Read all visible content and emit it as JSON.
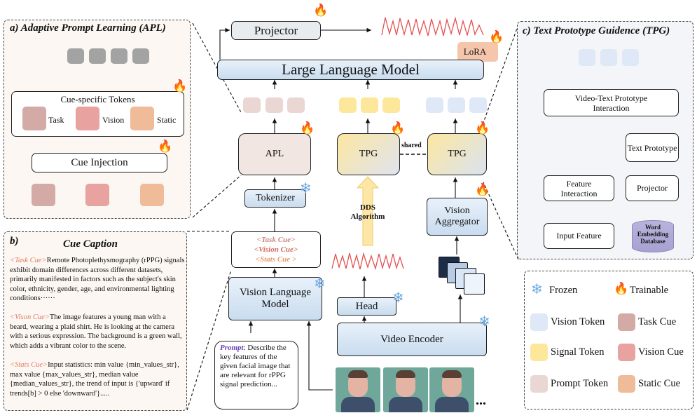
{
  "center": {
    "projector": "Projector",
    "llm": "Large Language Model",
    "lora": "LoRA",
    "apl": "APL",
    "tpg_left": "TPG",
    "tpg_right": "TPG",
    "shared": "shared",
    "tokenizer": "Tokenizer",
    "dds": "DDS Algorithm",
    "vision_aggregator": "Vision Aggregator",
    "cue_task": "<Task Cue>",
    "cue_vision": "<Vision Cue>",
    "cue_stats": "<Stats Cue >",
    "vlm": "Vision Language Model",
    "head": "Head",
    "video_encoder": "Video Encoder",
    "prompt_label": "Prompt",
    "prompt_text": ": Describe the key features of the given facial image that are relevant for rPPG signal prediction...",
    "ellipsis": "..."
  },
  "panel_a": {
    "title": "a)  Adaptive Prompt Learning (APL)",
    "cue_specific": "Cue-specific Tokens",
    "task": "Task",
    "vision": "Vision",
    "static": "Static",
    "cue_injection": "Cue Injection"
  },
  "panel_b": {
    "letter": "b)",
    "title": "Cue Caption",
    "task_tag": "<Task Cue>",
    "task_text": "Remote Photoplethysmography (rPPG) signals exhibit domain differences across different datasets, primarily manifested in factors such as the subject's skin color, ethnicity, gender, age, and environmental lighting conditions······",
    "vision_tag": "<Vison Cue>",
    "vision_text": "The image features a young man with a beard, wearing a plaid shirt. He is looking at the camera with a serious expression. The background is a green wall, which adds a vibrant color to the scene.",
    "stats_tag": "<Stats Cue>",
    "stats_text": "Input statistics: min value {min_values_str}, max value {max_values_str}, median value {median_values_str}, the trend of input is {'upward' if trends[b] > 0 else 'downward'}....."
  },
  "panel_c": {
    "title": "c)  Text Prototype Guidence (TPG)",
    "vtpi": "Video-Text Prototype Interaction",
    "text_prototype": "Text Prototype",
    "feature_interaction": "Feature Interaction",
    "projector": "Projector",
    "input_feature": "Input Feature",
    "db": "Word Embedding Database"
  },
  "legend": {
    "frozen": "Frozen",
    "trainable": "Trainable",
    "vision_token": "Vision Token",
    "task_cue": "Task Cue",
    "signal_token": "Signal Token",
    "vision_cue": "Vision Cue",
    "prompt_token": "Prompt Token",
    "static_cue": "Static Cue"
  },
  "colors": {
    "vision_token": "#dfe8f6",
    "signal_token": "#fde79a",
    "prompt_token": "#ead7d4",
    "task_cue": "#d4aaa6",
    "vision_cue": "#e8a3a0",
    "static_cue": "#efbb98",
    "frozen": "#6aa7e0",
    "trainable": "#f4a024",
    "wave": "#e45050"
  },
  "icons": [
    "snowflake-icon",
    "fire-icon"
  ]
}
